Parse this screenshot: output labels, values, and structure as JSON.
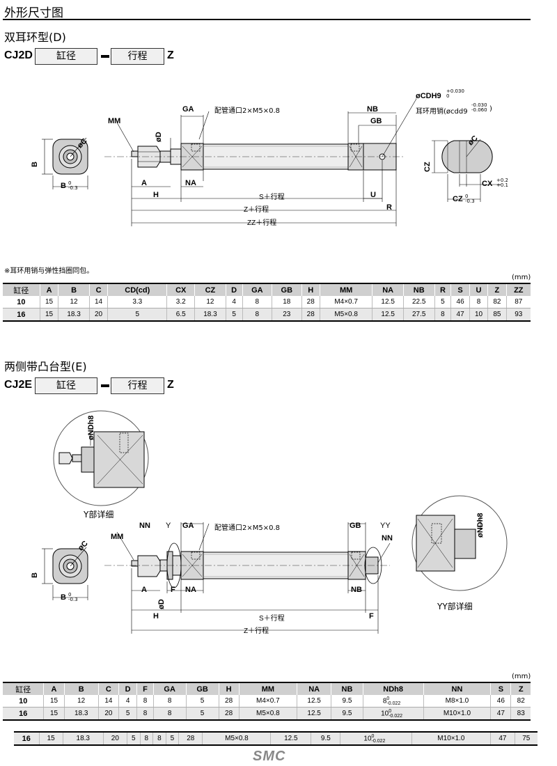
{
  "header": {
    "title": "外形尺寸图"
  },
  "section_d": {
    "title": "双耳环型(D)",
    "model": "CJ2D",
    "box1": "缸径",
    "box2": "行程",
    "suffix": "Z",
    "labels": {
      "mm": "MM",
      "d": "øD",
      "c": "øC",
      "b": "B",
      "b_tol": "0 -0.3",
      "ga": "GA",
      "port": "配管通口2×M5×0.8",
      "nb": "NB",
      "gb": "GB",
      "cdh9": "øCDH9",
      "cdh9_tol": "+0.030 0",
      "pin": "耳环用销(øcdd9",
      "pin_tol": "-0.030 -0.060",
      "pin_close": ")",
      "a": "A",
      "na": "NA",
      "h": "H",
      "s": "S＋行程",
      "u": "U",
      "z": "Z＋行程",
      "r": "R",
      "zz": "ZZ＋行程",
      "cz": "CZ",
      "cz_tol": "0 -0.3",
      "cx": "CX",
      "cx_tol": "+0.2 +0.1"
    },
    "note": "※耳环用销与弹性挡圈同包。",
    "unit": "(mm)",
    "table": {
      "headers": [
        "缸径",
        "A",
        "B",
        "C",
        "CD(cd)",
        "CX",
        "CZ",
        "D",
        "GA",
        "GB",
        "H",
        "MM",
        "NA",
        "NB",
        "R",
        "S",
        "U",
        "Z",
        "ZZ"
      ],
      "rows": [
        [
          "10",
          "15",
          "12",
          "14",
          "3.3",
          "3.2",
          "12",
          "4",
          "8",
          "18",
          "28",
          "M4×0.7",
          "12.5",
          "22.5",
          "5",
          "46",
          "8",
          "82",
          "87"
        ],
        [
          "16",
          "15",
          "18.3",
          "20",
          "5",
          "6.5",
          "18.3",
          "5",
          "8",
          "23",
          "28",
          "M5×0.8",
          "12.5",
          "27.5",
          "8",
          "47",
          "10",
          "85",
          "93"
        ]
      ]
    }
  },
  "section_e": {
    "title": "两侧带凸台型(E)",
    "model": "CJ2E",
    "box1": "缸径",
    "box2": "行程",
    "suffix": "Z",
    "labels": {
      "ndh8": "øNDh8",
      "y_detail": "Y部详细",
      "yy_detail": "YY部详细",
      "mm": "MM",
      "nn": "NN",
      "y": "Y",
      "ga": "GA",
      "port": "配管通口2×M5×0.8",
      "gb": "GB",
      "yy": "YY",
      "c": "øC",
      "b": "B",
      "b_tol": "0 -0.3",
      "a": "A",
      "f": "F",
      "na": "NA",
      "nb": "NB",
      "d": "øD",
      "h": "H",
      "s": "S＋行程",
      "z": "Z＋行程"
    },
    "unit": "(mm)",
    "table": {
      "headers": [
        "缸径",
        "A",
        "B",
        "C",
        "D",
        "F",
        "GA",
        "GB",
        "H",
        "MM",
        "NA",
        "NB",
        "NDh8",
        "NN",
        "S",
        "Z"
      ],
      "rows": [
        [
          "10",
          "15",
          "12",
          "14",
          "4",
          "8",
          "8",
          "5",
          "28",
          "M4×0.7",
          "12.5",
          "9.5",
          "8",
          "M8×1.0",
          "46",
          "82"
        ],
        [
          "16",
          "15",
          "18.3",
          "20",
          "5",
          "8",
          "8",
          "5",
          "28",
          "M5×0.8",
          "12.5",
          "9.5",
          "10",
          "M10×1.0",
          "47",
          "83"
        ]
      ],
      "nd_tol": [
        "0 -0.022",
        "0 -0.022"
      ]
    },
    "extra_row": [
      "16",
      "15",
      "18.3",
      "20",
      "5",
      "8",
      "8",
      "5",
      "28",
      "M5×0.8",
      "12.5",
      "9.5",
      "10",
      "M10×1.0",
      "47",
      "75"
    ],
    "extra_nd_tol": "0 -0.022"
  },
  "footer": {
    "logo": "SMC"
  }
}
